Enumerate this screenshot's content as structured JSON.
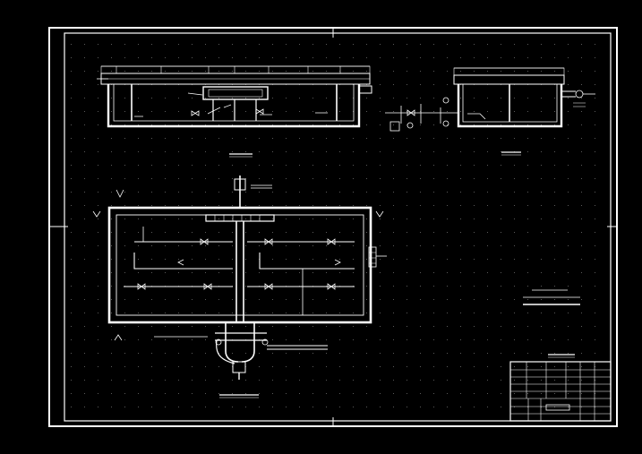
{
  "drawing": {
    "background": "#000000",
    "line_color": "#ffffff",
    "dim_color": "#cfcfcf",
    "dot_color": "#5a5a5a",
    "views": [
      "elevation-section-a",
      "elevation-section-b",
      "plan-view"
    ],
    "title_block": {
      "rows": 7,
      "columns": 6
    }
  }
}
